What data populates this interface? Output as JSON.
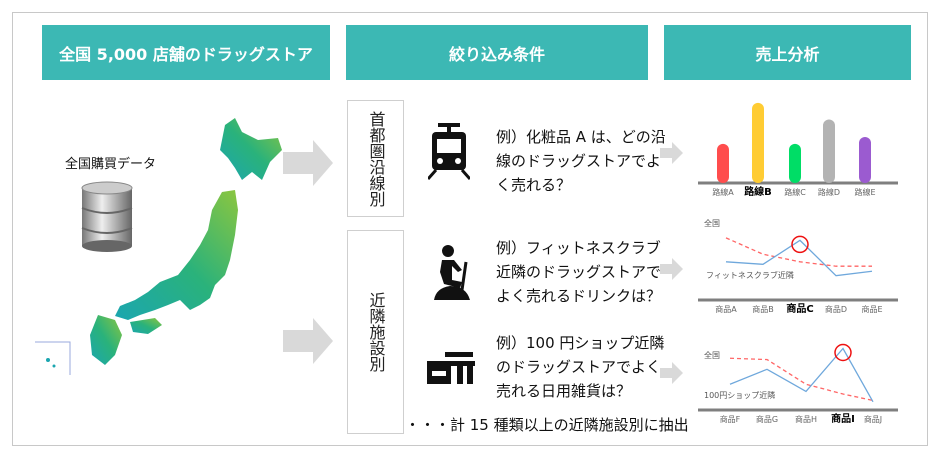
{
  "headers": {
    "left": "全国 5,000 店舗のドラッグストア",
    "middle": "絞り込み条件",
    "right": "売上分析"
  },
  "database_label": "全国購買データ",
  "categories": [
    {
      "label": "首都圏沿線別"
    },
    {
      "label": "近隣施設別"
    }
  ],
  "questions": [
    "例）化粧品 A は、どの沿線のドラッグストアでよく売れる？",
    "例）フィットネスクラブ近隣のドラッグストアでよく売れるドリンクは？",
    "例）100 円ショップ近隣のドラッグストアでよく売れる日用雑貨は？"
  ],
  "note": "・・・計 15 種類以上の近隣施設別に抽出",
  "colors": {
    "teal": "#3cb8b4",
    "arrow": "#d9d9d9",
    "baseline": "#7f7f7f",
    "line": "#6fa8dc",
    "dashed": "#ff6666",
    "highlight": "#ee1111"
  },
  "chart_data": [
    {
      "type": "bar",
      "categories": [
        "路線A",
        "路線B",
        "路線C",
        "路線D",
        "路線E"
      ],
      "values": [
        40,
        82,
        40,
        65,
        47
      ],
      "colors": [
        "#ff4d4d",
        "#ffcc33",
        "#00dd66",
        "#b3b3b3",
        "#9b5bd0"
      ],
      "highlight": "路線B",
      "ylim": [
        0,
        90
      ]
    },
    {
      "type": "line",
      "categories": [
        "商品A",
        "商品B",
        "商品C",
        "商品D",
        "商品E"
      ],
      "series": [
        {
          "name": "全国",
          "values": [
            78,
            52,
            40,
            33,
            33
          ],
          "style": "dashed"
        },
        {
          "name": "フィットネスクラブ近隣",
          "values": [
            40,
            36,
            74,
            18,
            25
          ],
          "style": "solid"
        }
      ],
      "highlight": "商品C",
      "ylim": [
        0,
        100
      ]
    },
    {
      "type": "line",
      "categories": [
        "商品F",
        "商品G",
        "商品H",
        "商品I",
        "商品J"
      ],
      "series": [
        {
          "name": "全国",
          "values": [
            75,
            73,
            35,
            20,
            10
          ],
          "style": "dashed"
        },
        {
          "name": "100円ショップ近隣",
          "values": [
            35,
            58,
            24,
            90,
            8
          ],
          "style": "solid"
        }
      ],
      "highlight": "商品I",
      "ylim": [
        0,
        100
      ]
    }
  ]
}
